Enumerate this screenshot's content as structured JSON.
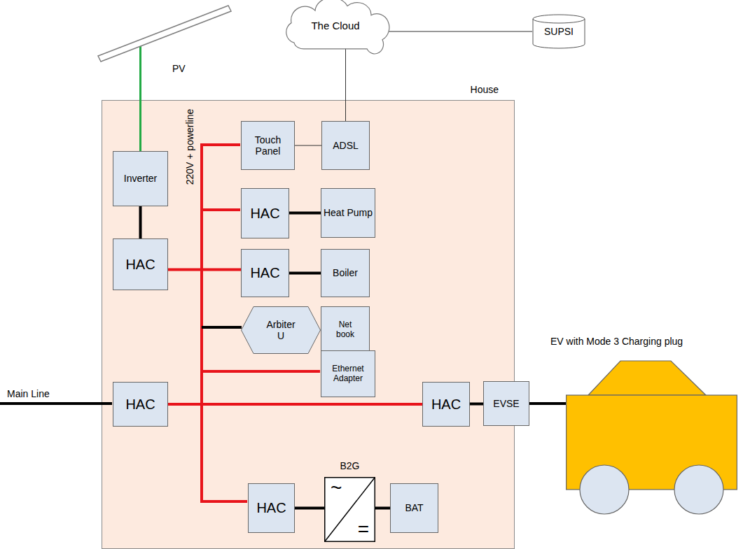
{
  "diagram": {
    "nodes": [
      {
        "text": [
          "PV"
        ]
      },
      {
        "text": [
          "The Cloud"
        ]
      },
      {
        "text": [
          "SUPSI"
        ]
      },
      {
        "text": [
          "House"
        ]
      },
      {
        "text": [
          "Inverter"
        ],
        "in": 3
      },
      {
        "text": [
          "Touch Panel"
        ],
        "in": 3
      },
      {
        "text": [
          "ADSL"
        ],
        "in": 3
      },
      {
        "text": [
          "HAC"
        ],
        "in": 3
      },
      {
        "text": [
          "Heat Pump"
        ],
        "in": 3
      },
      {
        "text": [
          "HAC"
        ],
        "in": 3
      },
      {
        "text": [
          "HAC"
        ],
        "in": 3
      },
      {
        "text": [
          "Boiler"
        ],
        "in": 3
      },
      {
        "text": [
          "Arbiter U"
        ],
        "in": 3
      },
      {
        "text": [
          "Net book"
        ],
        "in": 3
      },
      {
        "text": [
          "Ethernet Adapter"
        ],
        "in": 3
      },
      {
        "text": [
          "HAC"
        ],
        "in": 3
      },
      {
        "text": [
          "HAC"
        ],
        "in": 3
      },
      {
        "text": [
          "EVSE"
        ]
      },
      {
        "text": [
          "EV with Mode 3 Charging plug"
        ]
      },
      {
        "text": [
          "HAC"
        ],
        "in": 3
      },
      {
        "text": [
          "B2G",
          "~",
          "="
        ],
        "in": 3
      },
      {
        "text": [
          "BAT"
        ],
        "in": 3
      }
    ],
    "edges": [
      {
        "from": 0,
        "to": 4,
        "arrow": "none"
      },
      {
        "from": 1,
        "to": 2,
        "arrow": "none"
      },
      {
        "from": 6,
        "to": 1,
        "arrow": "none"
      },
      {
        "from": 5,
        "to": 6,
        "arrow": "none"
      },
      {
        "from": 4,
        "to": 9,
        "arrow": "none"
      },
      {
        "from": 9,
        "to": 10,
        "arrow": "none"
      },
      {
        "from": 7,
        "to": 8,
        "arrow": "none"
      },
      {
        "from": 10,
        "to": 11,
        "arrow": "none"
      },
      {
        "from": 15,
        "to": 16,
        "arrow": "none"
      },
      {
        "from": 16,
        "to": 17,
        "arrow": "none"
      },
      {
        "from": 17,
        "to": 18,
        "arrow": "none"
      },
      {
        "from": 19,
        "to": 20,
        "arrow": "none"
      },
      {
        "from": 20,
        "to": 21,
        "arrow": "none"
      }
    ],
    "labels": [
      "220V + powerline",
      "Main Line"
    ]
  }
}
